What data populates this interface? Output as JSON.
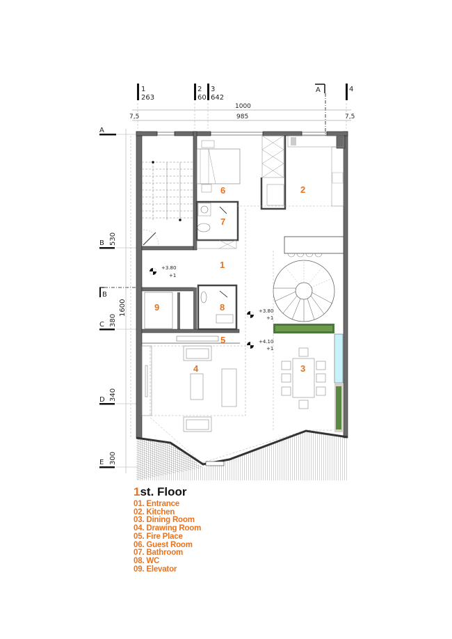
{
  "drawing": {
    "grid_columns": [
      {
        "id": "1",
        "dimension": "263"
      },
      {
        "id": "2",
        "dimension": "60"
      },
      {
        "id": "3",
        "dimension": "642"
      },
      {
        "id": "4",
        "dimension": ""
      }
    ],
    "section_marks": [
      "A",
      "B"
    ],
    "overall_width": "1000",
    "inner_width": "985",
    "wall_left": "7,5",
    "wall_right": "7,5",
    "grid_rows": [
      {
        "id": "A",
        "dimension": ""
      },
      {
        "id": "B",
        "dimension": "530"
      },
      {
        "id": "C",
        "dimension": "380"
      },
      {
        "id": "D",
        "dimension": "340"
      },
      {
        "id": "E",
        "dimension": "300"
      }
    ],
    "overall_depth": "1600",
    "levels": [
      {
        "value": "+3.80",
        "floor": "+1"
      },
      {
        "value": "+3.80",
        "floor": "+1"
      },
      {
        "value": "+4.10",
        "floor": "+1"
      }
    ],
    "room_numbers": [
      "1",
      "2",
      "3",
      "4",
      "5",
      "6",
      "7",
      "8",
      "9"
    ],
    "accent_color": "#e8731f"
  },
  "legend": {
    "title_number": "1",
    "title_rest": "st. Floor",
    "items": [
      "01. Entrance",
      "02. Kitchen",
      "03. Dining Room",
      "04. Drawing Room",
      "05. Fire Place",
      "06. Guest Room",
      "07. Bathroom",
      "08. WC",
      "09. Elevator"
    ]
  }
}
